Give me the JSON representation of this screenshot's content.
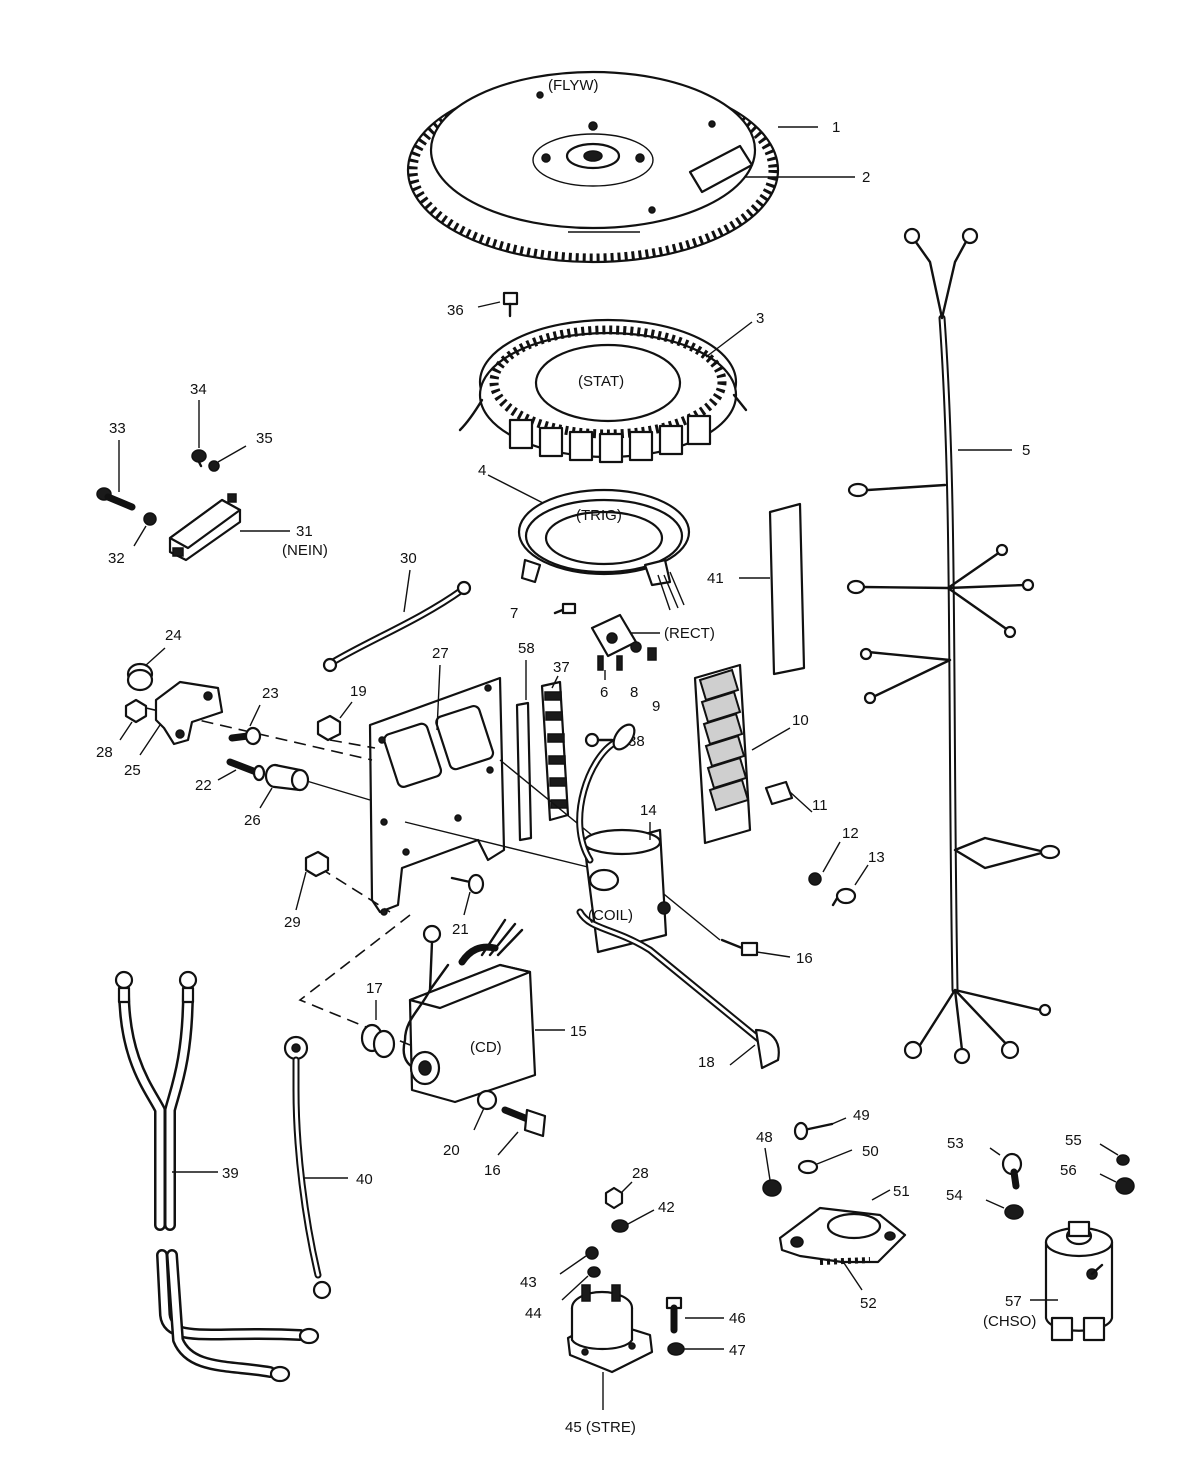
{
  "labels": {
    "flyw": "(FLYW)",
    "stat": "(STAT)",
    "trig": "(TRIG)",
    "rect": "(RECT)",
    "nein": "(NEIN)",
    "coil": "(COIL)",
    "cd": "(CD)",
    "chso": "(CHSO)",
    "stre": "45 (STRE)"
  },
  "callouts": {
    "c1": "1",
    "c2": "2",
    "c3": "3",
    "c4": "4",
    "c5": "5",
    "c6": "6",
    "c7": "7",
    "c8": "8",
    "c9": "9",
    "c10": "10",
    "c11": "11",
    "c12": "12",
    "c13": "13",
    "c14": "14",
    "c15": "15",
    "c16a": "16",
    "c16b": "16",
    "c17": "17",
    "c18": "18",
    "c19": "19",
    "c20": "20",
    "c21": "21",
    "c22": "22",
    "c23": "23",
    "c24": "24",
    "c25": "25",
    "c26": "26",
    "c27": "27",
    "c28a": "28",
    "c28b": "28",
    "c29": "29",
    "c30": "30",
    "c31": "31",
    "c32": "32",
    "c33": "33",
    "c34": "34",
    "c35": "35",
    "c36": "36",
    "c37": "37",
    "c38": "38",
    "c39": "39",
    "c40": "40",
    "c41": "41",
    "c42": "42",
    "c43": "43",
    "c44": "44",
    "c46": "46",
    "c47": "47",
    "c48": "48",
    "c49": "49",
    "c50": "50",
    "c51": "51",
    "c52": "52",
    "c53": "53",
    "c54": "54",
    "c55": "55",
    "c56": "56",
    "c57": "57",
    "c58": "58"
  }
}
